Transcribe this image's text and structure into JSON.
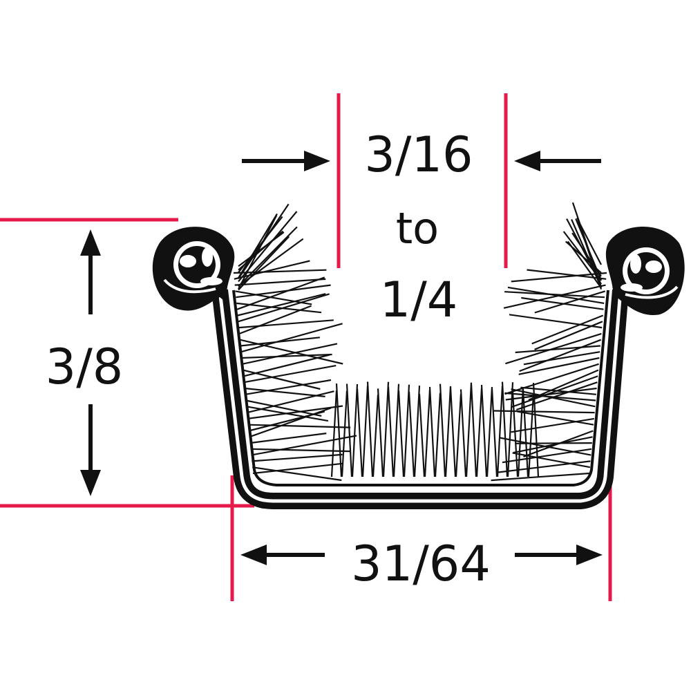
{
  "colors": {
    "dimension_line": "#e6194b",
    "outline": "#111111",
    "background": "#ffffff"
  },
  "labels": {
    "gap_top": "3/16",
    "gap_mid": "to",
    "gap_bottom": "1/4",
    "height": "3/8",
    "width": "31/64"
  }
}
